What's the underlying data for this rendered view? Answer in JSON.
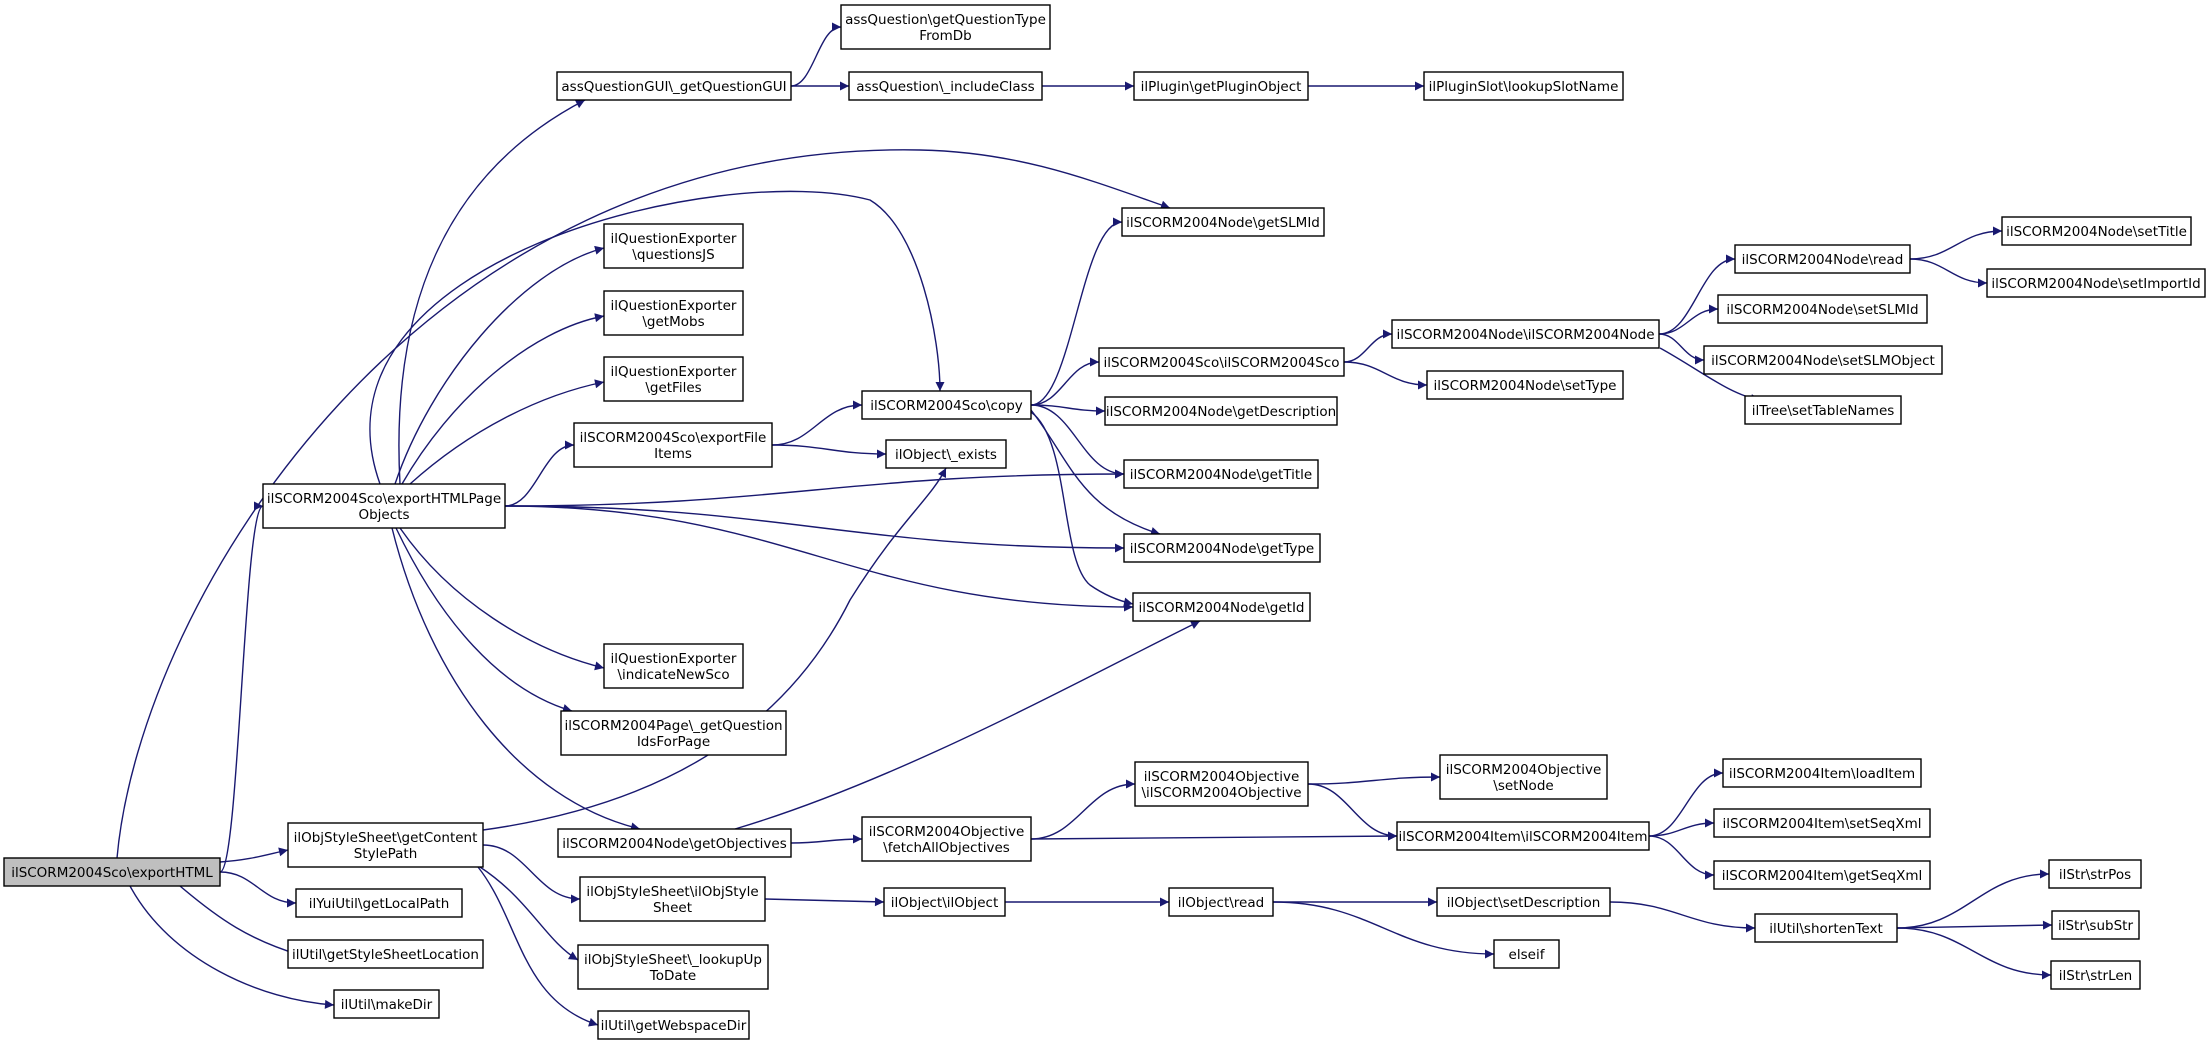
{
  "colors": {
    "edge": "#191970",
    "root_fill": "#bfbfbf",
    "node_fill": "#ffffff",
    "node_border": "#000000"
  },
  "nodes": [
    {
      "id": "root",
      "lines": [
        "ilSCORM2004Sco\\exportHTML"
      ],
      "root": true
    },
    {
      "id": "expHTMLPageObjects",
      "lines": [
        "ilSCORM2004Sco\\exportHTMLPage",
        "Objects"
      ]
    },
    {
      "id": "getContentStylePath",
      "lines": [
        "ilObjStyleSheet\\getContent",
        "StylePath"
      ]
    },
    {
      "id": "yuiGetLocalPath",
      "lines": [
        "ilYuiUtil\\getLocalPath"
      ]
    },
    {
      "id": "getStyleSheetLocation",
      "lines": [
        "ilUtil\\getStyleSheetLocation"
      ]
    },
    {
      "id": "makeDir",
      "lines": [
        "ilUtil\\makeDir"
      ]
    },
    {
      "id": "aqGuiGetQuestionGUI",
      "lines": [
        "assQuestionGUI\\_getQuestionGUI"
      ]
    },
    {
      "id": "aqGetQuestionTypeFromDb",
      "lines": [
        "assQuestion\\getQuestionType",
        "FromDb"
      ]
    },
    {
      "id": "aqIncludeClass",
      "lines": [
        "assQuestion\\_includeClass"
      ]
    },
    {
      "id": "ilPluginGetPluginObject",
      "lines": [
        "ilPlugin\\getPluginObject"
      ]
    },
    {
      "id": "ilPluginSlotLookupSlotName",
      "lines": [
        "ilPluginSlot\\lookupSlotName"
      ]
    },
    {
      "id": "nodeGetSLMId",
      "lines": [
        "ilSCORM2004Node\\getSLMId"
      ]
    },
    {
      "id": "qeQuestionsJS",
      "lines": [
        "ilQuestionExporter",
        "\\questionsJS"
      ]
    },
    {
      "id": "qeGetMobs",
      "lines": [
        "ilQuestionExporter",
        "\\getMobs"
      ]
    },
    {
      "id": "qeGetFiles",
      "lines": [
        "ilQuestionExporter",
        "\\getFiles"
      ]
    },
    {
      "id": "scoExportFileItems",
      "lines": [
        "ilSCORM2004Sco\\exportFile",
        "Items"
      ]
    },
    {
      "id": "scoCopy",
      "lines": [
        "ilSCORM2004Sco\\copy"
      ]
    },
    {
      "id": "objExists",
      "lines": [
        "ilObject\\_exists"
      ]
    },
    {
      "id": "scoConstruct",
      "lines": [
        "ilSCORM2004Sco\\ilSCORM2004Sco"
      ]
    },
    {
      "id": "nodeGetDescription",
      "lines": [
        "ilSCORM2004Node\\getDescription"
      ]
    },
    {
      "id": "nodeGetTitle",
      "lines": [
        "ilSCORM2004Node\\getTitle"
      ]
    },
    {
      "id": "nodeGetType",
      "lines": [
        "ilSCORM2004Node\\getType"
      ]
    },
    {
      "id": "nodeGetId",
      "lines": [
        "ilSCORM2004Node\\getId"
      ]
    },
    {
      "id": "nodeConstruct",
      "lines": [
        "ilSCORM2004Node\\ilSCORM2004Node"
      ]
    },
    {
      "id": "nodeSetType",
      "lines": [
        "ilSCORM2004Node\\setType"
      ]
    },
    {
      "id": "nodeRead",
      "lines": [
        "ilSCORM2004Node\\read"
      ]
    },
    {
      "id": "nodeSetTitle",
      "lines": [
        "ilSCORM2004Node\\setTitle"
      ]
    },
    {
      "id": "nodeSetImportId",
      "lines": [
        "ilSCORM2004Node\\setImportId"
      ]
    },
    {
      "id": "nodeSetSLMId",
      "lines": [
        "ilSCORM2004Node\\setSLMId"
      ]
    },
    {
      "id": "nodeSetSLMObject",
      "lines": [
        "ilSCORM2004Node\\setSLMObject"
      ]
    },
    {
      "id": "treeSetTableNames",
      "lines": [
        "ilTree\\setTableNames"
      ]
    },
    {
      "id": "qeIndicateNewSco",
      "lines": [
        "ilQuestionExporter",
        "\\indicateNewSco"
      ]
    },
    {
      "id": "pageGetQuestionIdsForPage",
      "lines": [
        "ilSCORM2004Page\\_getQuestion",
        "IdsForPage"
      ]
    },
    {
      "id": "nodeGetObjectives",
      "lines": [
        "ilSCORM2004Node\\getObjectives"
      ]
    },
    {
      "id": "objFetchAllObjectives",
      "lines": [
        "ilSCORM2004Objective",
        "\\fetchAllObjectives"
      ]
    },
    {
      "id": "objectiveConstruct",
      "lines": [
        "ilSCORM2004Objective",
        "\\ilSCORM2004Objective"
      ]
    },
    {
      "id": "objectiveSetNode",
      "lines": [
        "ilSCORM2004Objective",
        "\\setNode"
      ]
    },
    {
      "id": "itemConstruct",
      "lines": [
        "ilSCORM2004Item\\ilSCORM2004Item"
      ]
    },
    {
      "id": "itemLoadItem",
      "lines": [
        "ilSCORM2004Item\\loadItem"
      ]
    },
    {
      "id": "itemSetSeqXml",
      "lines": [
        "ilSCORM2004Item\\setSeqXml"
      ]
    },
    {
      "id": "itemGetSeqXml",
      "lines": [
        "ilSCORM2004Item\\getSeqXml"
      ]
    },
    {
      "id": "ssConstruct",
      "lines": [
        "ilObjStyleSheet\\ilObjStyle",
        "Sheet"
      ]
    },
    {
      "id": "ssLookupUpToDate",
      "lines": [
        "ilObjStyleSheet\\_lookupUp",
        "ToDate"
      ]
    },
    {
      "id": "utilGetWebspaceDir",
      "lines": [
        "ilUtil\\getWebspaceDir"
      ]
    },
    {
      "id": "objectConstruct",
      "lines": [
        "ilObject\\ilObject"
      ]
    },
    {
      "id": "objectRead",
      "lines": [
        "ilObject\\read"
      ]
    },
    {
      "id": "objectSetDescription",
      "lines": [
        "ilObject\\setDescription"
      ]
    },
    {
      "id": "elseif",
      "lines": [
        "elseif"
      ]
    },
    {
      "id": "utilShortenText",
      "lines": [
        "ilUtil\\shortenText"
      ]
    },
    {
      "id": "strStrPos",
      "lines": [
        "ilStr\\strPos"
      ]
    },
    {
      "id": "strSubStr",
      "lines": [
        "ilStr\\subStr"
      ]
    },
    {
      "id": "strStrLen",
      "lines": [
        "ilStr\\strLen"
      ]
    }
  ],
  "edges": [
    [
      "root",
      "expHTMLPageObjects"
    ],
    [
      "root",
      "getContentStylePath"
    ],
    [
      "root",
      "yuiGetLocalPath"
    ],
    [
      "root",
      "getStyleSheetLocation"
    ],
    [
      "root",
      "makeDir"
    ],
    [
      "root",
      "nodeGetSLMId"
    ],
    [
      "expHTMLPageObjects",
      "aqGuiGetQuestionGUI"
    ],
    [
      "expHTMLPageObjects",
      "scoCopy"
    ],
    [
      "expHTMLPageObjects",
      "qeQuestionsJS"
    ],
    [
      "expHTMLPageObjects",
      "qeGetMobs"
    ],
    [
      "expHTMLPageObjects",
      "qeGetFiles"
    ],
    [
      "expHTMLPageObjects",
      "scoExportFileItems"
    ],
    [
      "expHTMLPageObjects",
      "nodeGetTitle"
    ],
    [
      "expHTMLPageObjects",
      "nodeGetType"
    ],
    [
      "expHTMLPageObjects",
      "nodeGetId"
    ],
    [
      "expHTMLPageObjects",
      "qeIndicateNewSco"
    ],
    [
      "expHTMLPageObjects",
      "pageGetQuestionIdsForPage"
    ],
    [
      "expHTMLPageObjects",
      "nodeGetObjectives"
    ],
    [
      "aqGuiGetQuestionGUI",
      "aqGetQuestionTypeFromDb"
    ],
    [
      "aqGuiGetQuestionGUI",
      "aqIncludeClass"
    ],
    [
      "aqIncludeClass",
      "ilPluginGetPluginObject"
    ],
    [
      "ilPluginGetPluginObject",
      "ilPluginSlotLookupSlotName"
    ],
    [
      "scoExportFileItems",
      "scoCopy"
    ],
    [
      "scoExportFileItems",
      "objExists"
    ],
    [
      "scoCopy",
      "nodeGetSLMId"
    ],
    [
      "scoCopy",
      "scoConstruct"
    ],
    [
      "scoCopy",
      "nodeGetDescription"
    ],
    [
      "scoCopy",
      "nodeGetTitle"
    ],
    [
      "scoCopy",
      "nodeGetType"
    ],
    [
      "scoCopy",
      "nodeGetId"
    ],
    [
      "scoConstruct",
      "nodeConstruct"
    ],
    [
      "scoConstruct",
      "nodeSetType"
    ],
    [
      "nodeConstruct",
      "nodeRead"
    ],
    [
      "nodeConstruct",
      "nodeSetSLMId"
    ],
    [
      "nodeConstruct",
      "nodeSetSLMObject"
    ],
    [
      "nodeConstruct",
      "treeSetTableNames"
    ],
    [
      "nodeRead",
      "nodeSetTitle"
    ],
    [
      "nodeRead",
      "nodeSetImportId"
    ],
    [
      "getContentStylePath",
      "objExists"
    ],
    [
      "getContentStylePath",
      "ssConstruct"
    ],
    [
      "getContentStylePath",
      "ssLookupUpToDate"
    ],
    [
      "getContentStylePath",
      "utilGetWebspaceDir"
    ],
    [
      "nodeGetObjectives",
      "nodeGetId"
    ],
    [
      "nodeGetObjectives",
      "objFetchAllObjectives"
    ],
    [
      "objFetchAllObjectives",
      "objectiveConstruct"
    ],
    [
      "objFetchAllObjectives",
      "itemConstruct"
    ],
    [
      "objectiveConstruct",
      "objectiveSetNode"
    ],
    [
      "objectiveConstruct",
      "itemConstruct"
    ],
    [
      "itemConstruct",
      "itemLoadItem"
    ],
    [
      "itemConstruct",
      "itemSetSeqXml"
    ],
    [
      "itemConstruct",
      "itemGetSeqXml"
    ],
    [
      "ssConstruct",
      "objectConstruct"
    ],
    [
      "objectConstruct",
      "objectRead"
    ],
    [
      "objectRead",
      "objectSetDescription"
    ],
    [
      "objectRead",
      "elseif"
    ],
    [
      "objectSetDescription",
      "utilShortenText"
    ],
    [
      "utilShortenText",
      "strStrPos"
    ],
    [
      "utilShortenText",
      "strSubStr"
    ],
    [
      "utilShortenText",
      "strStrLen"
    ]
  ]
}
